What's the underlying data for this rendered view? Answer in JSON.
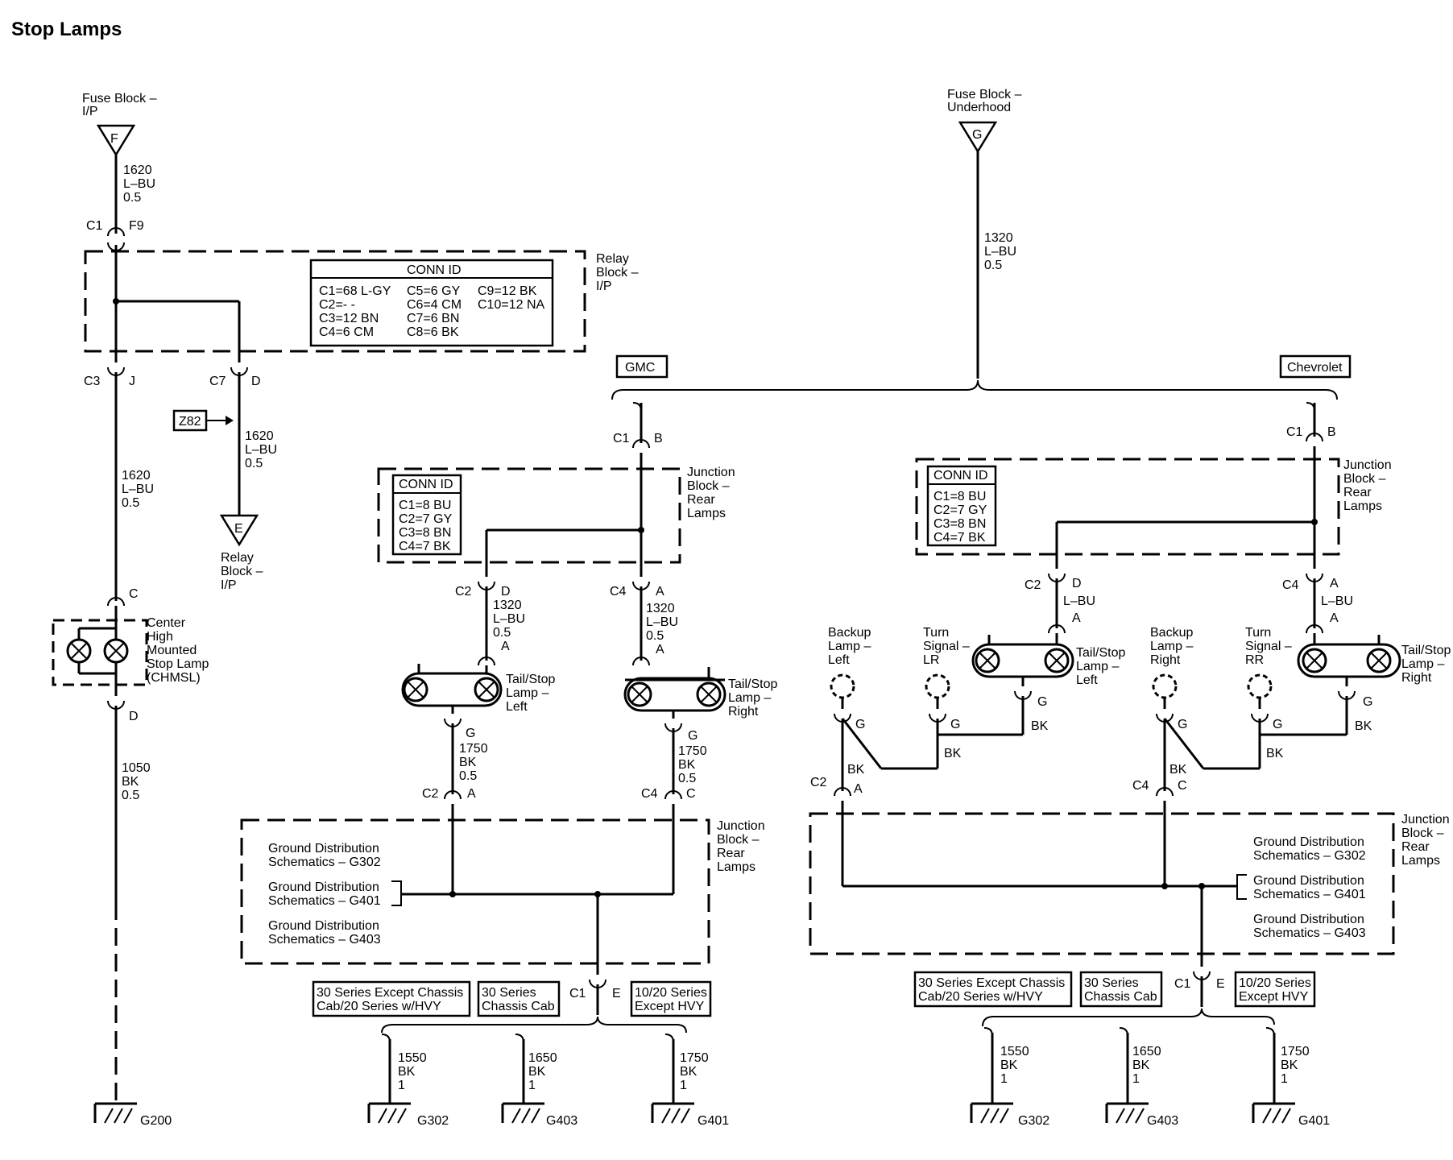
{
  "title": "Stop Lamps",
  "sources": {
    "fuse_ip": {
      "label": [
        "Fuse Block –",
        "I/P"
      ],
      "letter": "F"
    },
    "fuse_underhood": {
      "label": [
        "Fuse Block –",
        "Underhood"
      ],
      "letter": "G"
    },
    "relay_ip_out": {
      "label": [
        "Relay",
        "Block –",
        "I/P"
      ],
      "letter": "E"
    }
  },
  "wires": {
    "w1620_top": [
      "1620",
      "L–BU",
      "0.5"
    ],
    "w1620_mid": [
      "1620",
      "L–BU",
      "0.5"
    ],
    "w1620_z82": [
      "1620",
      "L–BU",
      "0.5"
    ],
    "w1050": [
      "1050",
      "BK",
      "0.5"
    ],
    "w1320_top": [
      "1320",
      "L–BU",
      "0.5"
    ],
    "w1320_gl": [
      "1320",
      "L–BU",
      "0.5"
    ],
    "w1320_gr": [
      "1320",
      "L–BU",
      "0.5"
    ],
    "w1750_gl": [
      "1750",
      "BK",
      "0.5"
    ],
    "w1750_gr": [
      "1750",
      "BK",
      "0.5"
    ],
    "c_lbu_l": [
      "L–BU"
    ],
    "c_lbu_r": [
      "L–BU"
    ],
    "bk": "BK",
    "g1550": [
      "1550",
      "BK",
      "1"
    ],
    "g1650": [
      "1650",
      "BK",
      "1"
    ],
    "g1750": [
      "1750",
      "BK",
      "1"
    ]
  },
  "connectors": {
    "c1": "C1",
    "f9": "F9",
    "c3": "C3",
    "j": "J",
    "c7": "C7",
    "d": "D",
    "c": "C",
    "c2": "C2",
    "c4": "C4",
    "a": "A",
    "b": "B",
    "g": "G",
    "e": "E"
  },
  "relay_block": {
    "label": [
      "Relay",
      "Block –",
      "I/P"
    ],
    "conn_id": {
      "title": "CONN ID",
      "col1": [
        "C1=68 L-GY",
        "C2=- -",
        "C3=12 BN",
        "C4=6 CM"
      ],
      "col2": [
        "C5=6 GY",
        "C6=4 CM",
        "C7=6 BN",
        "C8=6 BK"
      ],
      "col3": [
        "C9=12 BK",
        "C10=12 NA"
      ]
    }
  },
  "option_z82": "Z82",
  "chmsl": [
    "Center",
    "High",
    "Mounted",
    "Stop Lamp",
    "(CHMSL)"
  ],
  "ground_g200": "G200",
  "variants": {
    "gmc": "GMC",
    "chevrolet": "Chevrolet"
  },
  "jb_rear": {
    "label": [
      "Junction",
      "Block –",
      "Rear",
      "Lamps"
    ],
    "conn_id": {
      "title": "CONN ID",
      "rows": [
        "C1=8 BU",
        "C2=7 GY",
        "C3=8 BN",
        "C4=7 BK"
      ]
    }
  },
  "lamps": {
    "tail_left": [
      "Tail/Stop",
      "Lamp –",
      "Left"
    ],
    "tail_right": [
      "Tail/Stop",
      "Lamp –",
      "Right"
    ],
    "backup_left": [
      "Backup",
      "Lamp –",
      "Left"
    ],
    "backup_right": [
      "Backup",
      "Lamp –",
      "Right"
    ],
    "turn_lr": [
      "Turn",
      "Signal –",
      "LR"
    ],
    "turn_rr": [
      "Turn",
      "Signal –",
      "RR"
    ]
  },
  "ground_refs": [
    [
      "Ground Distribution",
      "Schematics – G302"
    ],
    [
      "Ground Distribution",
      "Schematics – G401"
    ],
    [
      "Ground Distribution",
      "Schematics – G403"
    ]
  ],
  "series_options": {
    "s30_except": [
      "30 Series Except Chassis",
      "Cab/20 Series w/HVY"
    ],
    "s30_cab": [
      "30 Series",
      "Chassis Cab"
    ],
    "s1020": [
      "10/20 Series",
      "Except HVY"
    ]
  },
  "grounds": {
    "g302": "G302",
    "g403": "G403",
    "g401": "G401"
  }
}
